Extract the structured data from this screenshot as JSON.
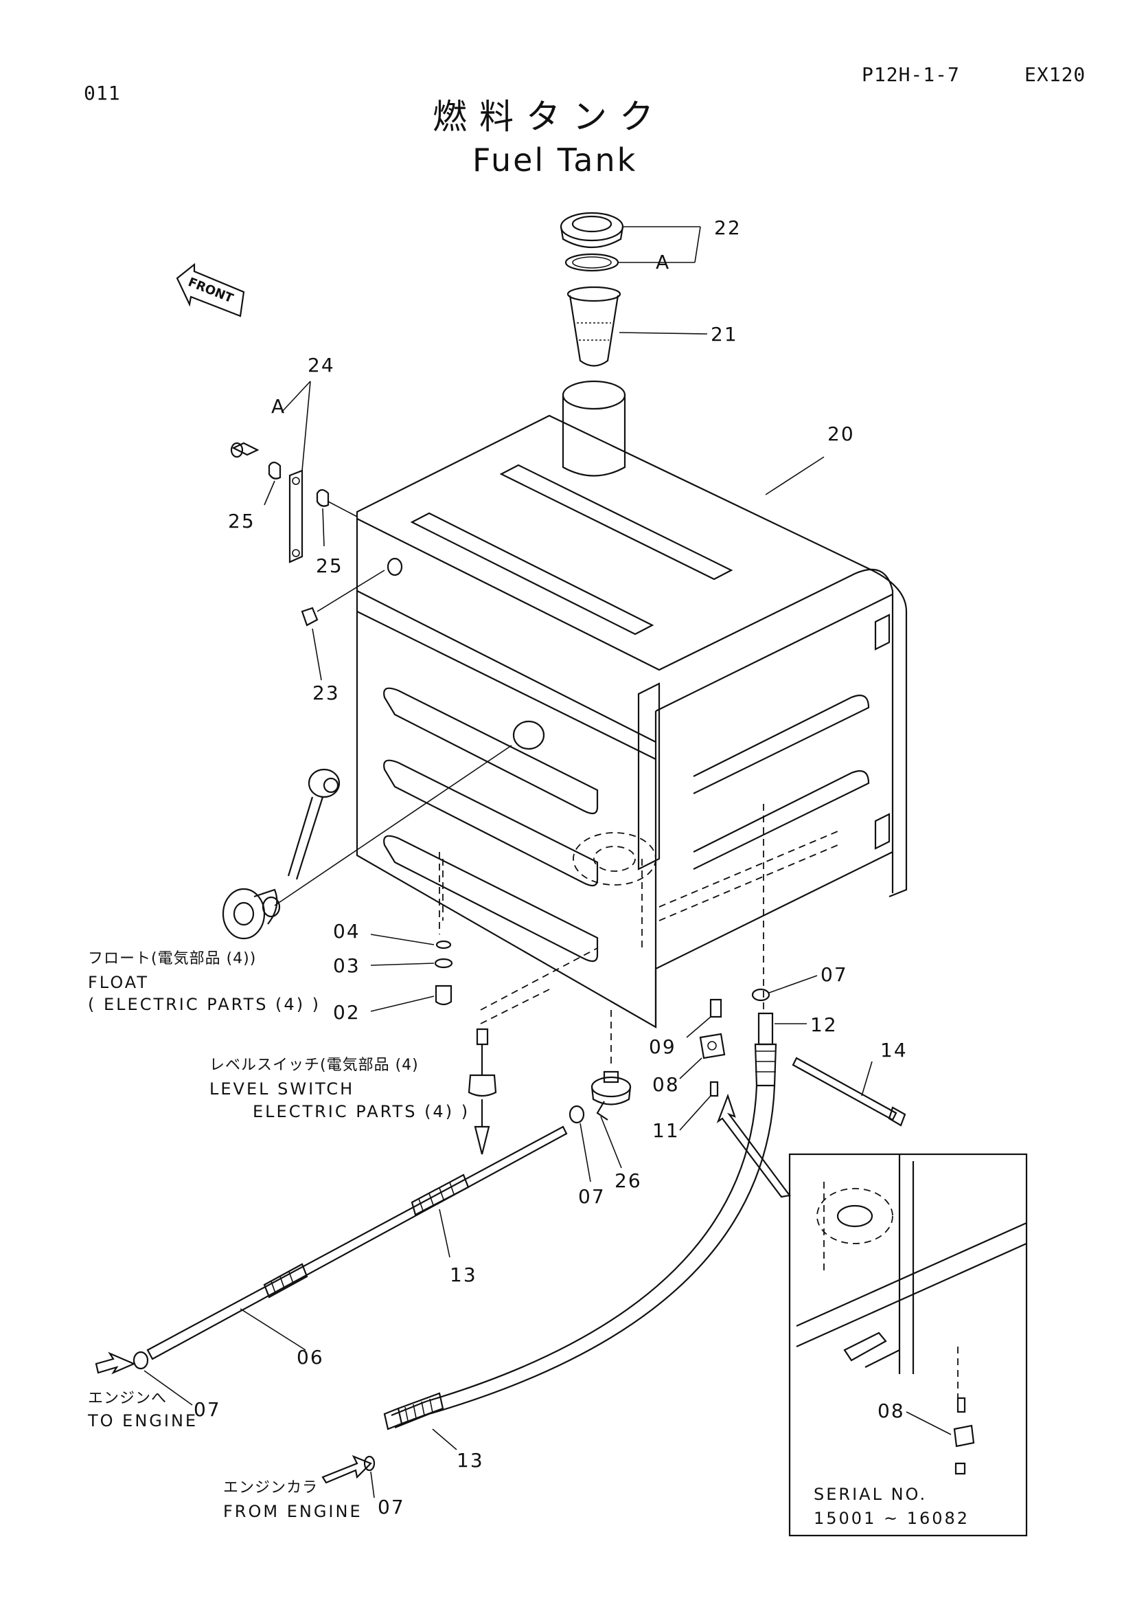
{
  "header": {
    "page_code": "011",
    "drawing_ref": "P12H-1-7",
    "model": "EX120",
    "title_jp": "燃料タンク",
    "title_en": "Fuel Tank"
  },
  "front_arrow": {
    "label": "FRONT"
  },
  "parts": {
    "p22": "22",
    "p21": "21",
    "p20": "20",
    "p24": "24",
    "p25a": "25",
    "p25b": "25",
    "p23": "23",
    "pA1": "A",
    "pA2": "A",
    "p04": "04",
    "p03": "03",
    "p02": "02",
    "p07a": "07",
    "p12": "12",
    "p14": "14",
    "p09": "09",
    "p08a": "08",
    "p11": "11",
    "p26": "26",
    "p07b": "07",
    "p13a": "13",
    "p06": "06",
    "p07c": "07",
    "p13b": "13",
    "p07d": "07",
    "p08b": "08"
  },
  "callouts": {
    "float_jp": "フロート(電気部品 (4))",
    "float_en": "FLOAT",
    "float_en2": "( ELECTRIC PARTS (4) )",
    "level_jp": "レベルスイッチ(電気部品 (4)",
    "level_en": "LEVEL SWITCH",
    "level_en2": "ELECTRIC PARTS (4) )",
    "to_engine_jp": "エンジンへ",
    "to_engine_en": "TO ENGINE",
    "from_engine_jp": "エンジンカラ",
    "from_engine_en": "FROM ENGINE"
  },
  "inset": {
    "serial_label": "SERIAL NO.",
    "serial_range": "15001 ~ 16082"
  }
}
